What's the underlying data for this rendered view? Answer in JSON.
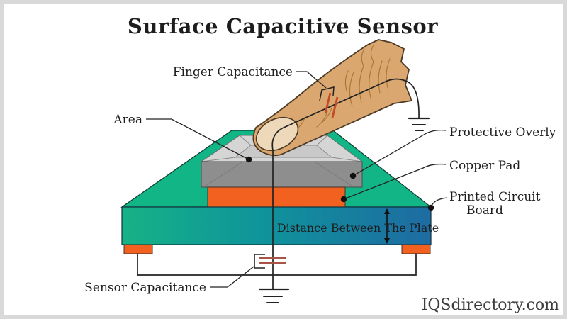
{
  "title": "Surface Capacitive Sensor",
  "watermark": "IQSdirectory.com",
  "labels": {
    "finger_capacitance": "Finger Capacitance",
    "area": "Area",
    "protective_overlay": "Protective Overly",
    "copper_pad": "Copper Pad",
    "printed_circuit_1": "Printed Circuit",
    "printed_circuit_2": "Board",
    "distance_between_plate": "Distance Between The Plate",
    "sensor_capacitance": "Sensor Capacitance"
  },
  "colors": {
    "frame_border": "#d9d9d9",
    "cover_green": "#12b585",
    "board_left": "#16b285",
    "board_mid": "#0f949b",
    "board_right": "#1e6ba2",
    "copper_orange": "#f2611f",
    "overlay_top_gray": "#d5d5d5",
    "overlay_inner_gray": "#c9c9c9",
    "overlay_front_gray": "#8e8e8e",
    "finger_skin": "#d9a76f",
    "finger_nail": "#edd8ba",
    "capacitor_red": "#c44a28",
    "capacitor_plate_brown": "#a85547",
    "text_dark": "#1d1d1d"
  }
}
